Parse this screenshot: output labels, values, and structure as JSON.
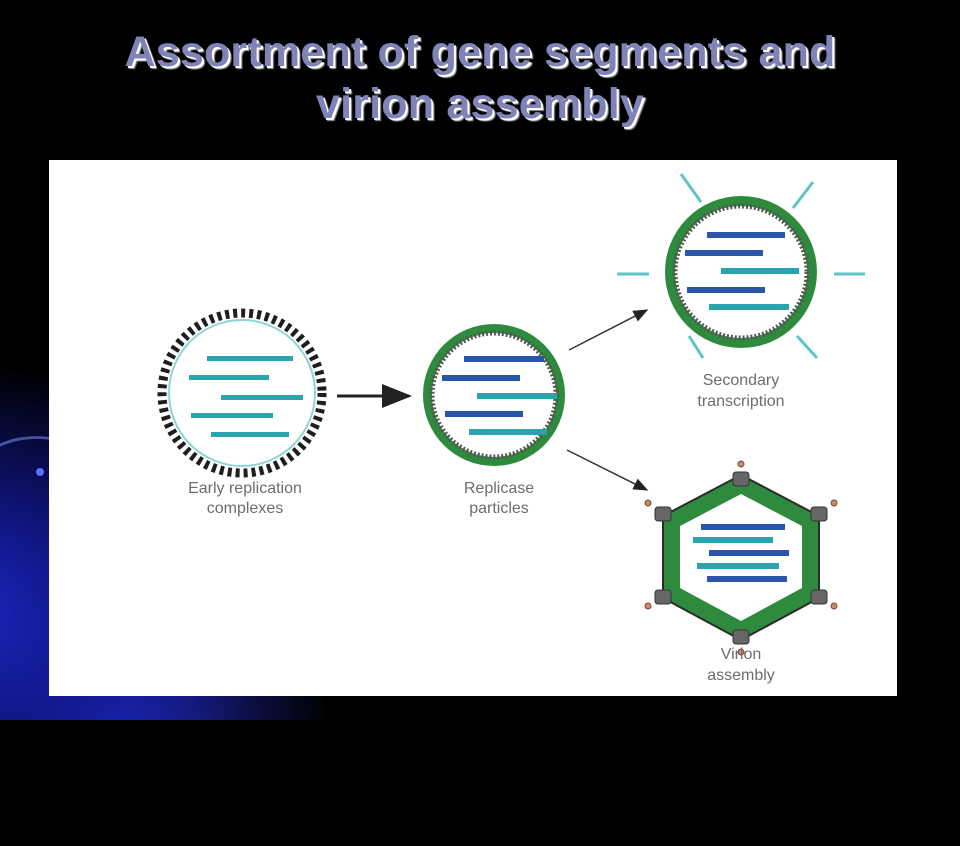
{
  "title": {
    "line1": "Assortment of gene segments and",
    "line2": "virion assembly"
  },
  "diagram": {
    "early_label_1": "Early replication",
    "early_label_2": "complexes",
    "replicase_label_1": "Replicase",
    "replicase_label_2": "particles",
    "secondary_label_1": "Secondary",
    "secondary_label_2": "transcription",
    "virion_label_1": "Virion",
    "virion_label_2": "assembly"
  },
  "colors": {
    "capsid_green": "#2e8b3e",
    "segment_teal": "#2aa3ad",
    "segment_blue": "#2a55a8",
    "title_fill": "#7f83b8"
  }
}
